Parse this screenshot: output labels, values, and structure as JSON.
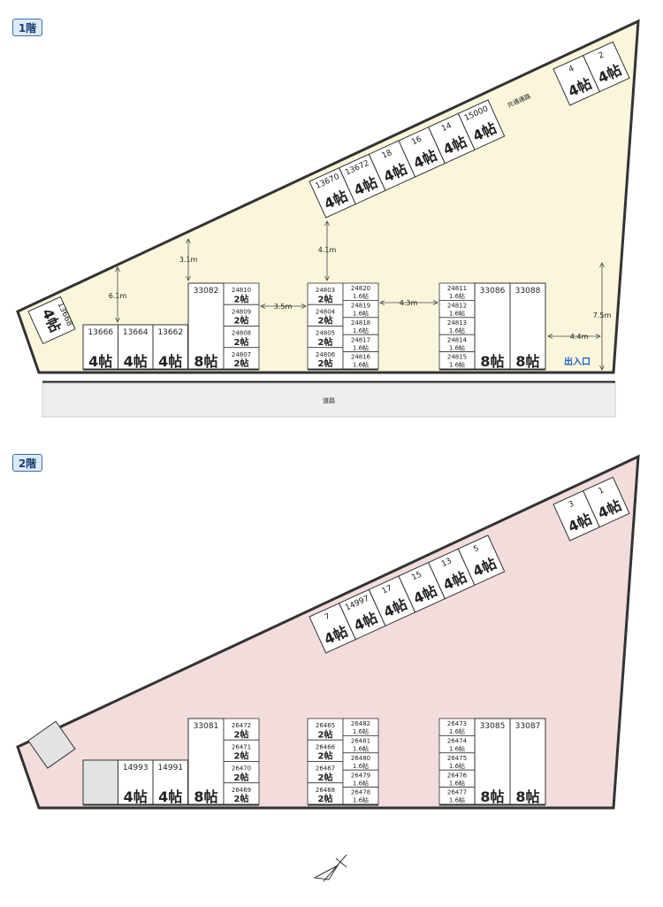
{
  "floor1": {
    "label": "1階",
    "road": "道路",
    "shared_passage": "共通通路",
    "entrance": "出入口",
    "dims": [
      "6.1m",
      "3.1m",
      "3.5m",
      "4.1m",
      "4.3m",
      "7.5m",
      "4.4m"
    ],
    "diag_units": [
      {
        "num": "13670",
        "size": "4帖"
      },
      {
        "num": "13672",
        "size": "4帖"
      },
      {
        "num": "18",
        "size": "4帖"
      },
      {
        "num": "16",
        "size": "4帖"
      },
      {
        "num": "14",
        "size": "4帖"
      },
      {
        "num": "15000",
        "size": "4帖"
      }
    ],
    "corner_units": [
      {
        "num": "4",
        "size": "4帖"
      },
      {
        "num": "2",
        "size": "4帖"
      }
    ],
    "tilted_unit": {
      "num": "13668",
      "size": "4帖"
    },
    "bottom_units": [
      {
        "num": "13666",
        "size": "4帖"
      },
      {
        "num": "13664",
        "size": "4帖"
      },
      {
        "num": "13662",
        "size": "4帖"
      }
    ],
    "big_left": {
      "num": "33082",
      "size": "8帖"
    },
    "col_a": [
      {
        "num": "24810",
        "size": "2帖"
      },
      {
        "num": "24809",
        "size": "2帖"
      },
      {
        "num": "24808",
        "size": "2帖"
      },
      {
        "num": "24807",
        "size": "2帖"
      }
    ],
    "col_b": [
      {
        "num": "24803",
        "size": "2帖"
      },
      {
        "num": "24804",
        "size": "2帖"
      },
      {
        "num": "24805",
        "size": "2帖"
      },
      {
        "num": "24806",
        "size": "2帖"
      }
    ],
    "col_c": [
      {
        "num": "24820",
        "size": "1.6帖"
      },
      {
        "num": "24819",
        "size": "1.6帖"
      },
      {
        "num": "24818",
        "size": "1.6帖"
      },
      {
        "num": "24817",
        "size": "1.6帖"
      },
      {
        "num": "24816",
        "size": "1.6帖"
      }
    ],
    "col_d": [
      {
        "num": "24811",
        "size": "1.6帖"
      },
      {
        "num": "24812",
        "size": "1.6帖"
      },
      {
        "num": "24813",
        "size": "1.6帖"
      },
      {
        "num": "24814",
        "size": "1.6帖"
      },
      {
        "num": "24815",
        "size": "1.6帖"
      }
    ],
    "big_right": [
      {
        "num": "33086",
        "size": "8帖"
      },
      {
        "num": "33088",
        "size": "8帖"
      }
    ]
  },
  "floor2": {
    "label": "2階",
    "diag_units": [
      {
        "num": "7",
        "size": "4帖"
      },
      {
        "num": "14997",
        "size": "4帖"
      },
      {
        "num": "17",
        "size": "4帖"
      },
      {
        "num": "15",
        "size": "4帖"
      },
      {
        "num": "13",
        "size": "4帖"
      },
      {
        "num": "5",
        "size": "4帖"
      }
    ],
    "corner_units": [
      {
        "num": "3",
        "size": "4帖"
      },
      {
        "num": "1",
        "size": "4帖"
      }
    ],
    "bottom_units": [
      {
        "num": "14993",
        "size": "4帖"
      },
      {
        "num": "14991",
        "size": "4帖"
      }
    ],
    "big_left": {
      "num": "33081",
      "size": "8帖"
    },
    "col_a": [
      {
        "num": "26472",
        "size": "2帖"
      },
      {
        "num": "26471",
        "size": "2帖"
      },
      {
        "num": "26470",
        "size": "2帖"
      },
      {
        "num": "26469",
        "size": "2帖"
      }
    ],
    "col_b": [
      {
        "num": "26465",
        "size": "2帖"
      },
      {
        "num": "26466",
        "size": "2帖"
      },
      {
        "num": "26467",
        "size": "2帖"
      },
      {
        "num": "26468",
        "size": "2帖"
      }
    ],
    "col_c": [
      {
        "num": "26482",
        "size": "1.6帖"
      },
      {
        "num": "26481",
        "size": "1.6帖"
      },
      {
        "num": "26480",
        "size": "1.6帖"
      },
      {
        "num": "26479",
        "size": "1.6帖"
      },
      {
        "num": "26478",
        "size": "1.6帖"
      }
    ],
    "col_d": [
      {
        "num": "26473",
        "size": "1.6帖"
      },
      {
        "num": "26474",
        "size": "1.6帖"
      },
      {
        "num": "26475",
        "size": "1.6帖"
      },
      {
        "num": "26476",
        "size": "1.6帖"
      },
      {
        "num": "26477",
        "size": "1.6帖"
      }
    ],
    "big_right": [
      {
        "num": "33085",
        "size": "8帖"
      },
      {
        "num": "33087",
        "size": "8帖"
      }
    ]
  },
  "colors": {
    "floor1_fill": "#faf6dc",
    "floor2_fill": "#f2dcdc",
    "road_fill": "#eeeeee",
    "outline": "#333333",
    "entrance": "#1a5fc4",
    "gray_unit": "#e3e3e3"
  }
}
